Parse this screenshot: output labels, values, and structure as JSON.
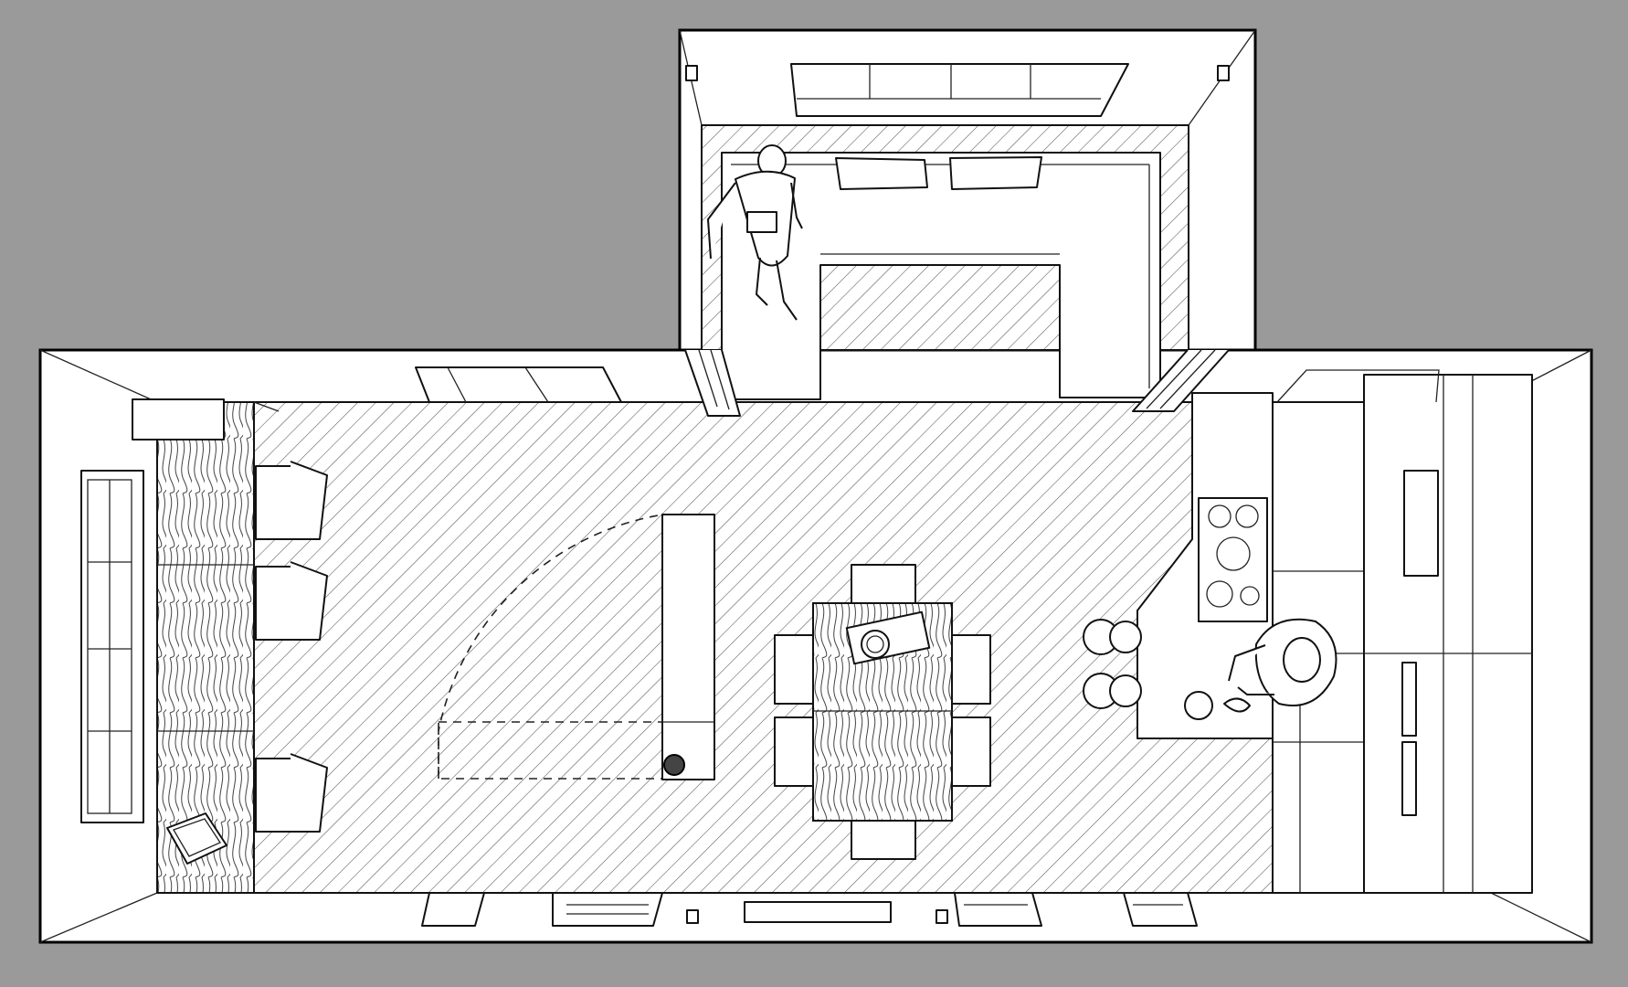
{
  "drawing": {
    "type": "architectural floor plan",
    "style": "black line art on white, grey background",
    "background_color": "#9a9a9a",
    "line_color": "#111111",
    "floor_pattern": "diagonal hatch"
  },
  "rooms": [
    "main-room",
    "alcove"
  ],
  "furniture": [
    "window-seat-bench",
    "desk-chairs",
    "partition-cabinet",
    "dining-table",
    "dining-chairs",
    "kitchen-island",
    "cooktop",
    "bar-stools",
    "kitchen-cabinets",
    "sofa",
    "sofa-cushions",
    "laptop"
  ],
  "people": [
    "woman-walking",
    "person-cooking"
  ],
  "text_labels": []
}
